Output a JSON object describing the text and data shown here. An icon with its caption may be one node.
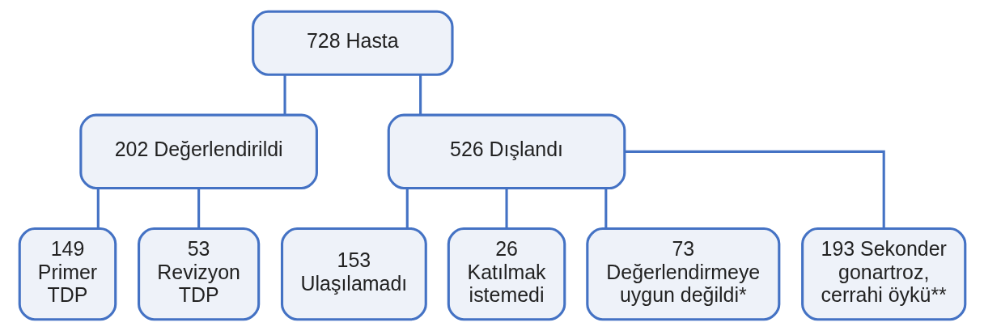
{
  "diagram": {
    "nodes": [
      {
        "text": [
          "728 Hasta"
        ]
      },
      {
        "text": [
          "202 Değerlendirildi"
        ]
      },
      {
        "text": [
          "526 Dışlandı"
        ]
      },
      {
        "text": [
          "149 Primer TDP"
        ]
      },
      {
        "text": [
          "53 Revizyon TDP"
        ]
      },
      {
        "text": [
          "153 Ulaşılamadı"
        ]
      },
      {
        "text": [
          "26 Katılmak istemedi"
        ]
      },
      {
        "text": [
          "73 Değerlendirmeye uygun değildi*"
        ]
      },
      {
        "text": [
          "193 Sekonder gonartroz, cerrahi öykü**"
        ]
      }
    ],
    "edges": [
      {
        "from": 0,
        "to": 1,
        "arrow": "none"
      },
      {
        "from": 0,
        "to": 2,
        "arrow": "none"
      },
      {
        "from": 1,
        "to": 3,
        "arrow": "none"
      },
      {
        "from": 1,
        "to": 4,
        "arrow": "none"
      },
      {
        "from": 2,
        "to": 5,
        "arrow": "none"
      },
      {
        "from": 2,
        "to": 6,
        "arrow": "none"
      },
      {
        "from": 2,
        "to": 7,
        "arrow": "none"
      },
      {
        "from": 2,
        "to": 8,
        "arrow": "none"
      }
    ]
  }
}
